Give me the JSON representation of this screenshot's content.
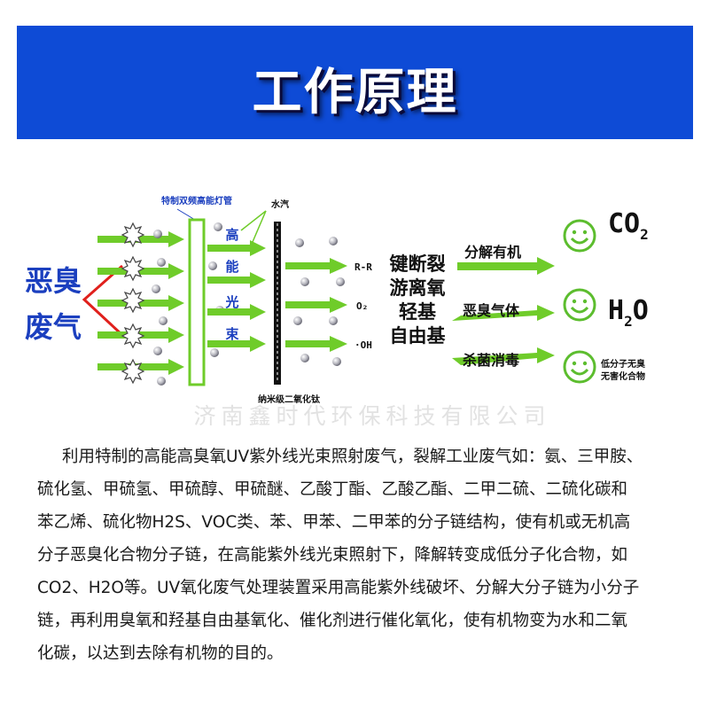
{
  "banner": {
    "title": "工作原理",
    "bg_color": "#0e4bd6"
  },
  "diagram": {
    "input_label": [
      "恶臭",
      "废气"
    ],
    "lamp_label": "特制双频高能灯管",
    "beam_chars": [
      "高",
      "能",
      "光",
      "束"
    ],
    "vapor_label": "水汽",
    "filter_label": "纳米级二氧化钛",
    "radicals": [
      "R-R",
      "O₂",
      "·OH"
    ],
    "reaction": [
      "键断裂",
      "游离氧",
      "轻基",
      "自由基"
    ],
    "actions": [
      "分解有机",
      "恶臭气体",
      "杀菌消毒"
    ],
    "outputs": {
      "co2": {
        "main": "CO",
        "sub": "2"
      },
      "h2o": {
        "pre": "H",
        "sub": "2",
        "post": "O"
      },
      "low": [
        "低分子无臭",
        "无害化合物"
      ]
    },
    "watermark": "济南鑫时代环保科技有限公司",
    "colors": {
      "accent_blue": "#1b3fbf",
      "arrow_green": "#6fcc2a",
      "red": "#e0201c",
      "smiley_green": "#5cbd2e"
    }
  },
  "paragraph": [
    "利用特制的高能高臭氧UV紫外线光束照射废气，裂解工业废气如：氨、三甲胺、",
    "硫化氢、甲硫氢、甲硫醇、甲硫醚、乙酸丁酯、乙酸乙酯、二甲二硫、二硫化碳和",
    "苯乙烯、硫化物H2S、VOC类、苯、甲苯、二甲苯的分子链结构，使有机或无机高",
    "分子恶臭化合物分子链，在高能紫外线光束照射下，降解转变成低分子化合物，如",
    "CO2、H2O等。UV氧化废气处理装置采用高能紫外线破坏、分解大分子链为小分子",
    "链，再利用臭氧和羟基自由基氧化、催化剂进行催化氧化，使有机物变为水和二氧",
    "化碳，以达到去除有机物的目的。"
  ]
}
